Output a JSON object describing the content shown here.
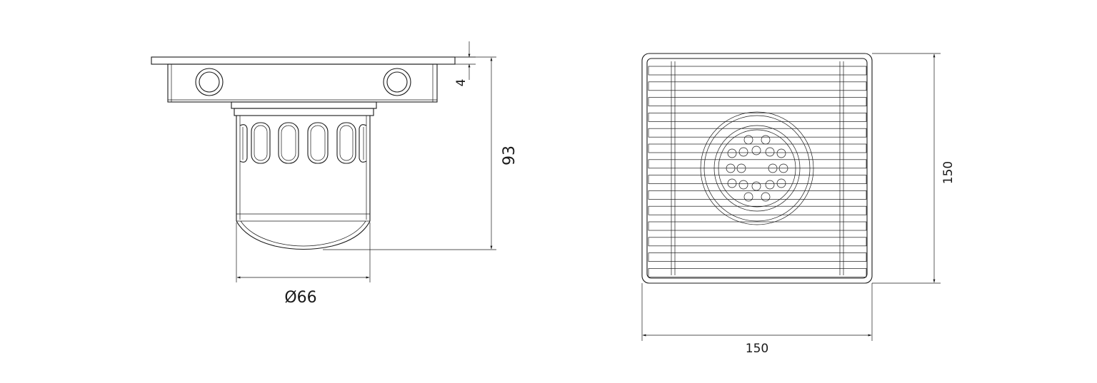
{
  "side_view": {
    "height_label": "93",
    "flange_label": "4",
    "diameter_label": "Ø66"
  },
  "top_view": {
    "width_label": "150",
    "height_label": "150"
  }
}
